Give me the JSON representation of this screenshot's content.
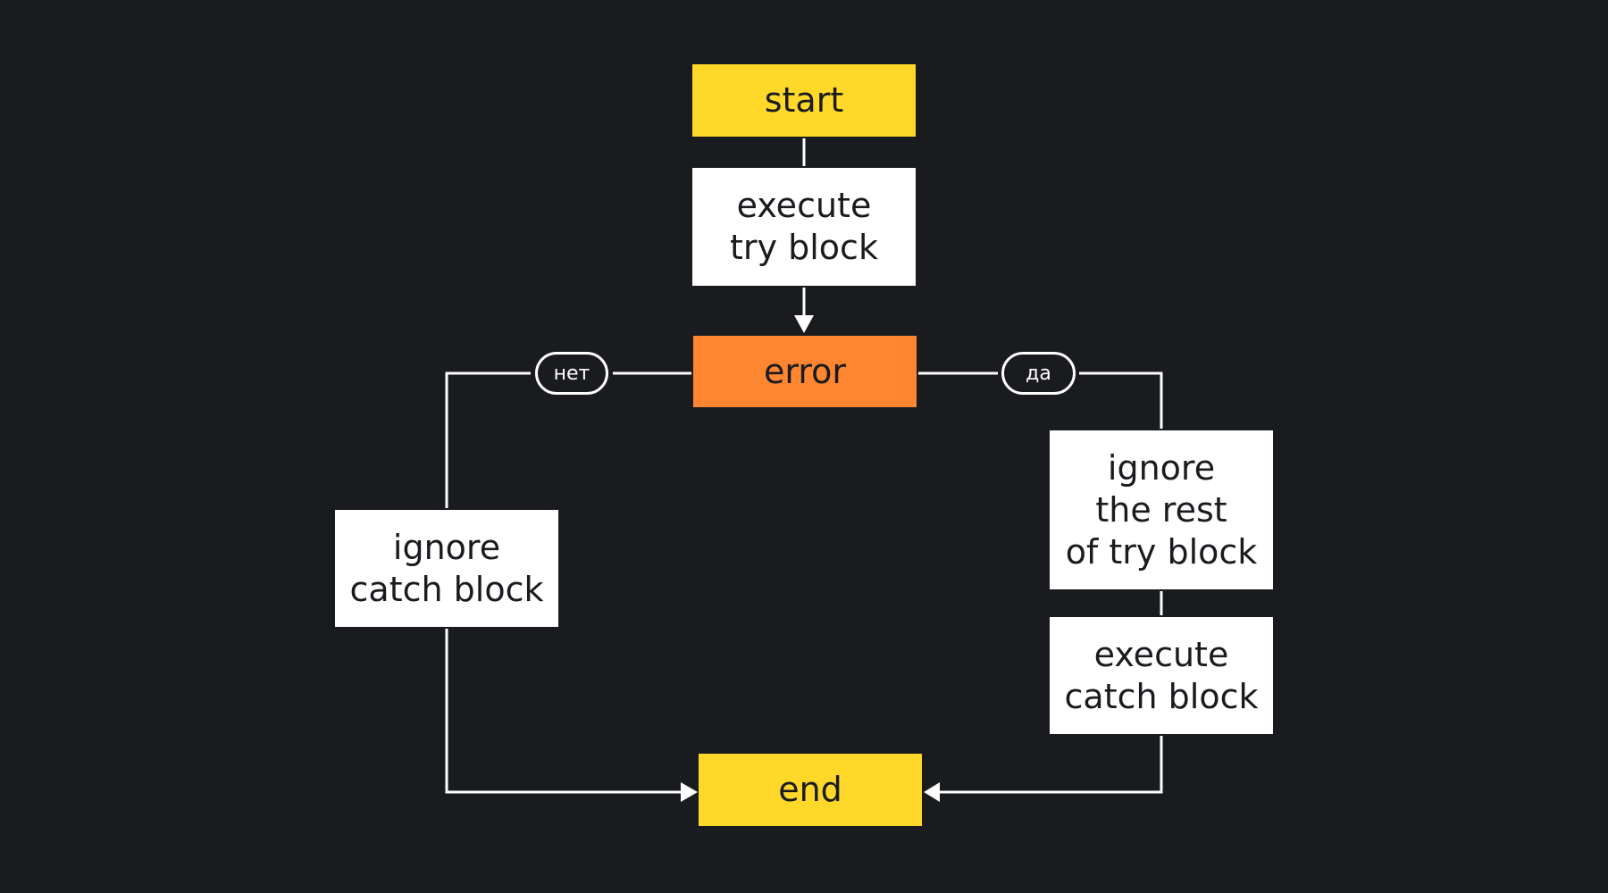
{
  "diagram": {
    "nodes": {
      "start": "start",
      "execute_try": "execute\ntry block",
      "error": "error",
      "ignore_catch": "ignore\ncatch block",
      "ignore_rest": "ignore\nthe rest\nof try block",
      "execute_catch": "execute\ncatch block",
      "end": "end"
    },
    "branch_labels": {
      "no": "нет",
      "yes": "да"
    },
    "colors": {
      "background": "#1a1b1f",
      "terminal": "#ffd829",
      "decision": "#ff8630",
      "process": "#ffffff",
      "connector": "#ffffff"
    }
  }
}
